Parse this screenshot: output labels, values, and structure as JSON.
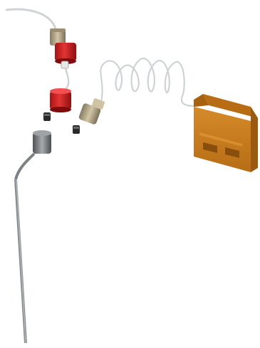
{
  "colors": {
    "background": "#ffffff",
    "tubing": "#cfd3d6",
    "fitting_red": "#d42a2a",
    "fitting_red_dark": "#9e1414",
    "ferrule_tan": "#b8ac8e",
    "ferrule_tan_dark": "#8a7f64",
    "needle_steel": "#8e9295",
    "needle_steel_dark": "#5a5e61",
    "block_orange": "#c97a1c",
    "block_orange_dark": "#9a5a10"
  },
  "components": [
    {
      "name": "capillary-tubing",
      "icon": "coiled-tube"
    },
    {
      "name": "nut-tan-top",
      "icon": "fitting-nut"
    },
    {
      "name": "fitting-red-upper",
      "icon": "fitting-nut"
    },
    {
      "name": "fitting-red-lower",
      "icon": "fitting-nut"
    },
    {
      "name": "ferrule-black",
      "icon": "ferrule"
    },
    {
      "name": "fitting-tan",
      "icon": "fitting-nut"
    },
    {
      "name": "needle-electrode",
      "icon": "needle"
    },
    {
      "name": "mounting-block",
      "icon": "block"
    }
  ]
}
